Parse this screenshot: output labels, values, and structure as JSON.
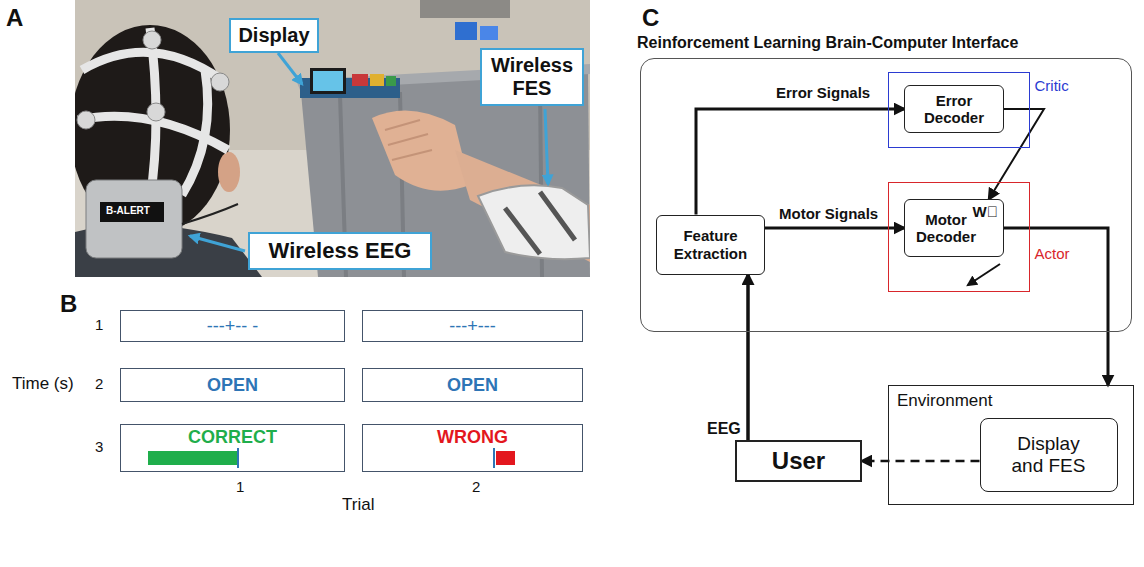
{
  "diagram": {
    "nodes": [
      {
        "text": [
          "Display"
        ]
      },
      {
        "text": [
          "Wireless FES"
        ]
      },
      {
        "text": [
          "Wireless EEG"
        ]
      },
      {
        "text": [
          "---+-- -"
        ]
      },
      {
        "text": [
          "---+---"
        ]
      },
      {
        "text": [
          "OPEN"
        ]
      },
      {
        "text": [
          "OPEN"
        ]
      },
      {
        "text": [
          "CORRECT"
        ]
      },
      {
        "text": [
          "WRONG"
        ]
      },
      {
        "text": [
          "Reinforcement Learning Brain-Computer Interface"
        ]
      },
      {
        "text": [
          "Critic"
        ],
        "in": 9
      },
      {
        "text": [
          "Error Decoder"
        ],
        "in": 10
      },
      {
        "text": [
          "Feature Extraction"
        ],
        "in": 9
      },
      {
        "text": [
          "Actor"
        ],
        "in": 9
      },
      {
        "text": [
          "Motor Decoder",
          "W⃗"
        ],
        "in": 13
      },
      {
        "text": [
          "Environment"
        ]
      },
      {
        "text": [
          "Display and FES"
        ],
        "in": 15
      },
      {
        "text": [
          "User"
        ]
      }
    ],
    "edges": [
      {
        "from": 12,
        "to": 11,
        "label": "Error Signals",
        "arrow": "to"
      },
      {
        "from": 12,
        "to": 14,
        "label": "Motor Signals",
        "arrow": "to"
      },
      {
        "from": 11,
        "to": 14,
        "arrow": "to"
      },
      {
        "from": 14,
        "to": 15,
        "arrow": "to"
      },
      {
        "from": 16,
        "to": 17,
        "arrow": "to"
      },
      {
        "from": 17,
        "to": 12,
        "label": "EEG",
        "arrow": "to"
      }
    ],
    "labels": [
      "A",
      "C",
      "B-ALERT",
      "B",
      "1",
      "Time (s)",
      "2",
      "3",
      "1",
      "2",
      "Trial"
    ]
  }
}
